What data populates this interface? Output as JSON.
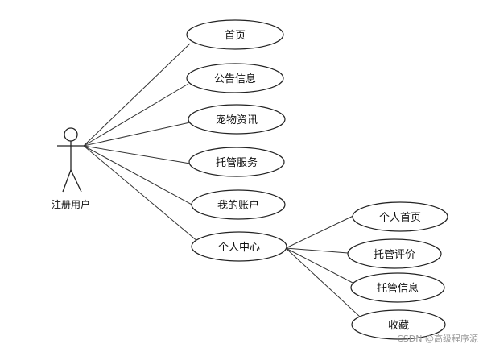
{
  "actor": {
    "label": "注册用户"
  },
  "use_cases": {
    "home": "首页",
    "announcement": "公告信息",
    "pet_news": "宠物资讯",
    "boarding_service": "托管服务",
    "my_account": "我的账户",
    "personal_center": "个人中心",
    "personal_home": "个人首页",
    "boarding_review": "托管评价",
    "boarding_info": "托管信息",
    "favorites": "收藏"
  },
  "watermark": "CSDN @高级程序源"
}
